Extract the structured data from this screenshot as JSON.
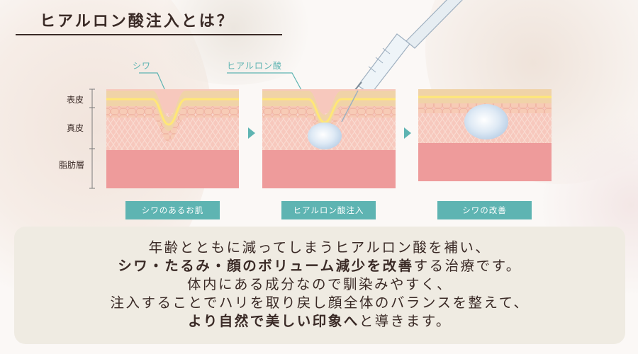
{
  "heading": "ヒアルロン酸注入とは？",
  "layer_labels": {
    "epidermis": "表皮",
    "dermis": "真皮",
    "fat": "脂肪層"
  },
  "callouts": {
    "wrinkle": "シワ",
    "hyaluronic": "ヒアルロン酸"
  },
  "captions": [
    "シワのあるお肌",
    "ヒアルロン酸注入",
    "シワの改善"
  ],
  "colors": {
    "accent": "#5eb4b2",
    "fat": "#ee9b9b",
    "dermis": "#f7c8bd",
    "epidermis": "#f0d3a8",
    "line": "#ffe777"
  },
  "description": {
    "line1": "年齢とともに減ってしまうヒアルロン酸を補い、",
    "line2_bold": "シワ・たるみ・顔のボリューム減少を改善",
    "line2_rest": "する治療です。",
    "line3": "体内にある成分なので馴染みやすく、",
    "line4": "注入することでハリを取り戻し顔全体のバランスを整えて、",
    "line5_bold": "より自然で美しい印象へ",
    "line5_rest": "と導きます。"
  }
}
